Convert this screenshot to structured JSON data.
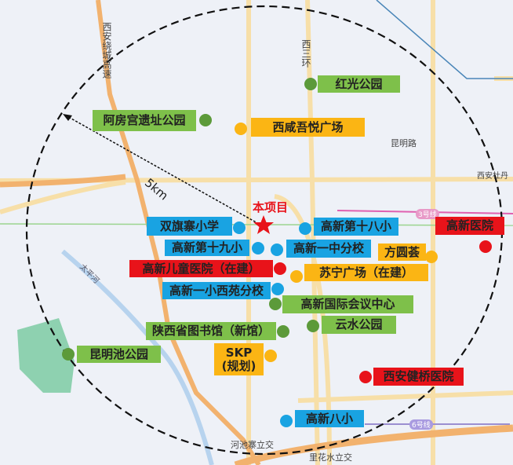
{
  "map": {
    "project": {
      "label": "本项目",
      "color": "#e8131a",
      "icon": "star-icon"
    },
    "radius_label": "5km",
    "road_labels": {
      "ring_expressway": "西安绕城高速",
      "west_third_ring": "西三环",
      "kunming_road": "昆明路",
      "station": "西安杜丹",
      "line3": "3号线",
      "line6": "6号线",
      "river": "太平河",
      "interchange1": "河池寨立交",
      "interchange2": "里花水立交"
    },
    "category_colors": {
      "park": "#7ec04a",
      "commercial": "#fbb514",
      "school": "#19a3e2",
      "hospital": "#e8131a"
    },
    "pois": [
      {
        "name": "阿房宫遗址公园",
        "category": "park"
      },
      {
        "name": "红光公园",
        "category": "park"
      },
      {
        "name": "西咸吾悦广场",
        "category": "commercial"
      },
      {
        "name": "双旗寨小学",
        "category": "school"
      },
      {
        "name": "高新第十八小",
        "category": "school"
      },
      {
        "name": "高新医院",
        "category": "hospital"
      },
      {
        "name": "高新第十九小",
        "category": "school"
      },
      {
        "name": "高新一中分校",
        "category": "school"
      },
      {
        "name": "方圆荟",
        "category": "commercial"
      },
      {
        "name": "高新儿童医院（在建）",
        "category": "hospital"
      },
      {
        "name": "苏宁广场（在建）",
        "category": "commercial"
      },
      {
        "name": "高新一小西苑分校",
        "category": "school"
      },
      {
        "name": "高新国际会议中心",
        "category": "park"
      },
      {
        "name": "陕西省图书馆（新馆）",
        "category": "park"
      },
      {
        "name": "云水公园",
        "category": "park"
      },
      {
        "name": "SKP\n(规划)",
        "category": "commercial"
      },
      {
        "name": "昆明池公园",
        "category": "park"
      },
      {
        "name": "西安健桥医院",
        "category": "hospital"
      },
      {
        "name": "高新八小",
        "category": "school"
      }
    ]
  }
}
